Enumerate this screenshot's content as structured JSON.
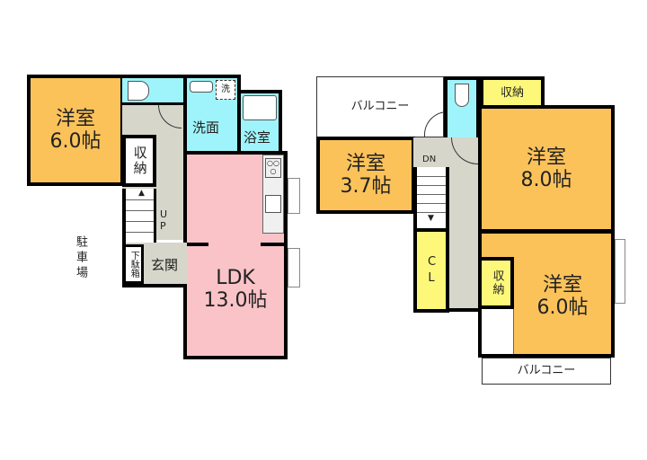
{
  "floor1": {
    "bedroom": {
      "name": "洋室",
      "size": "6.0帖"
    },
    "toilet": {
      "name": ""
    },
    "washroom": {
      "name": "洗面",
      "washer": "洗"
    },
    "bath": {
      "name": "浴室"
    },
    "storage": {
      "name": "収納"
    },
    "stairs": {
      "label": "UP"
    },
    "shoe_box": {
      "name": "下駄箱"
    },
    "entrance": {
      "name": "玄関"
    },
    "ldk": {
      "name": "LDK",
      "size": "13.0帖"
    },
    "parking": {
      "name": "駐車場"
    }
  },
  "floor2": {
    "balcony_top": {
      "name": "バルコニー"
    },
    "bedroom_small": {
      "name": "洋室",
      "size": "3.7帖"
    },
    "stairs": {
      "label": "DN"
    },
    "closet": {
      "name": "CL"
    },
    "storage_top": {
      "name": "収納"
    },
    "bedroom_large": {
      "name": "洋室",
      "size": "8.0帖"
    },
    "storage_mid": {
      "name": "収納"
    },
    "bedroom_right": {
      "name": "洋室",
      "size": "6.0帖"
    },
    "balcony_bottom": {
      "name": "バルコニー"
    }
  },
  "colors": {
    "bedroom": "#fbc25a",
    "wet_area": "#9ff4fb",
    "ldk": "#f9c3c8",
    "hall": "#d7d6cb",
    "storage": "#fdf77a",
    "wall": "#000000"
  }
}
